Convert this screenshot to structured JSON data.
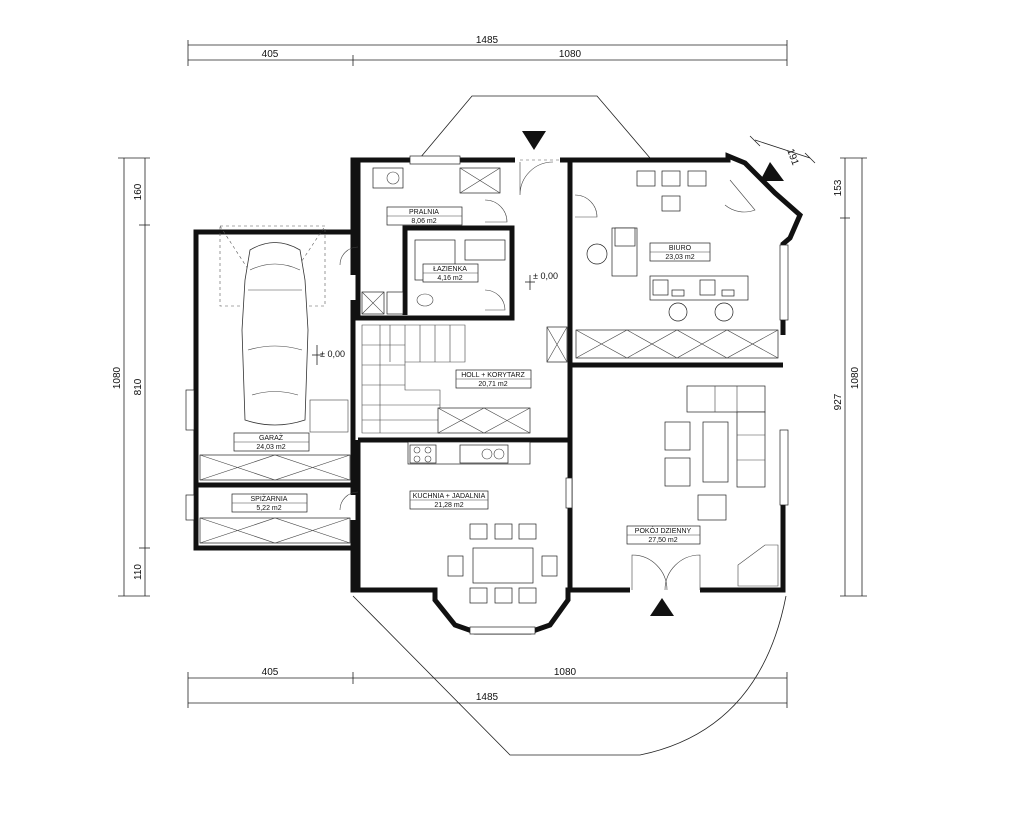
{
  "dimensions": {
    "top_total": "1485",
    "top_left": "405",
    "top_right": "1080",
    "bottom_total": "1485",
    "bottom_left": "405",
    "bottom_right": "1080",
    "left_total": "1080",
    "left_top": "160",
    "left_mid": "810",
    "left_bottom": "110",
    "right_total": "1080",
    "right_top": "153",
    "right_mid": "927",
    "bay_diag": "191"
  },
  "levels": {
    "garage": "± 0,00",
    "hall": "± 0,00"
  },
  "rooms": [
    {
      "name": "PRALNIA",
      "area": "8,06 m2"
    },
    {
      "name": "ŁAZIENKA",
      "area": "4,16 m2"
    },
    {
      "name": "BIURO",
      "area": "23,03 m2"
    },
    {
      "name": "HOLL + KORYTARZ",
      "area": "20,71 m2"
    },
    {
      "name": "GARAŻ",
      "area": "24,03 m2"
    },
    {
      "name": "SPIŻARNIA",
      "area": "5,22 m2"
    },
    {
      "name": "KUCHNIA + JADALNIA",
      "area": "21,28 m2"
    },
    {
      "name": "POKÓJ DZIENNY",
      "area": "27,50 m2"
    }
  ],
  "colors": {
    "wall": "#111111",
    "line": "#333333",
    "background": "#ffffff"
  },
  "icons": {
    "entrance_marker": "triangle-down",
    "terrace_marker": "triangle-up",
    "car": "car-top-view"
  }
}
